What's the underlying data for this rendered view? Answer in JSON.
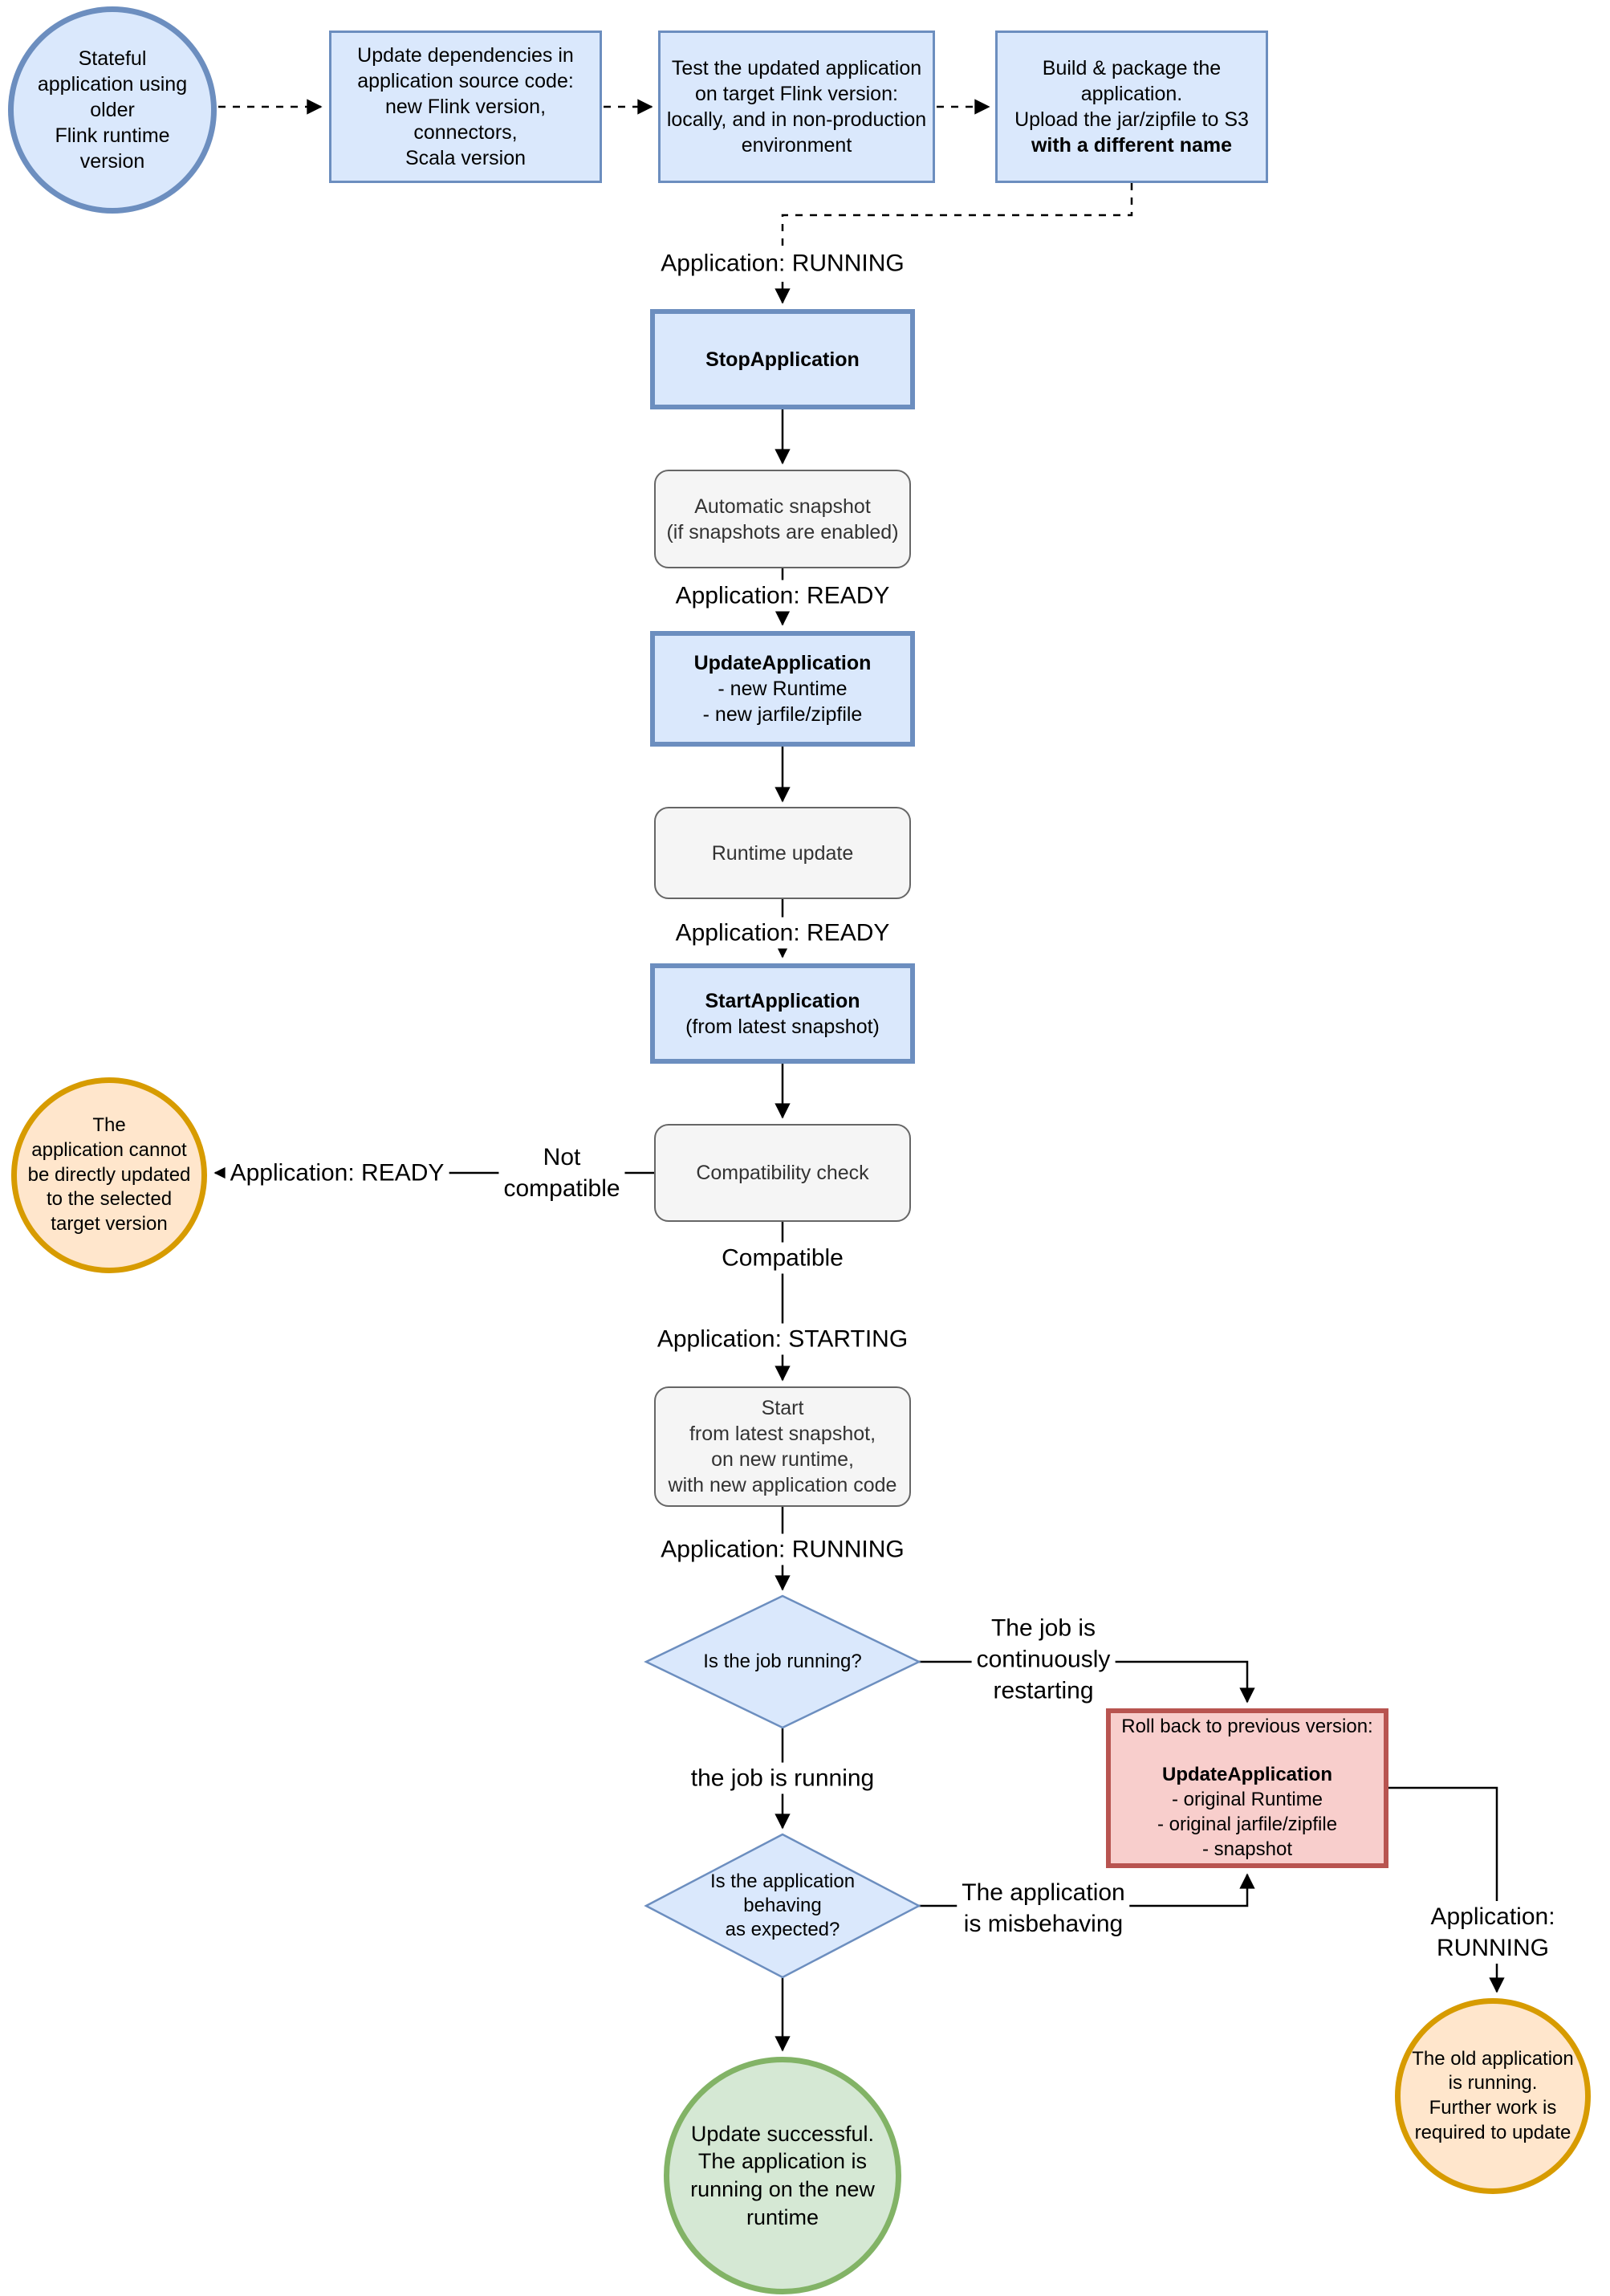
{
  "palette": {
    "node_blue_fill": "#dae8fc",
    "node_blue_stroke": "#6c8ebf",
    "node_gray_fill": "#f5f5f5",
    "node_gray_stroke": "#666666",
    "node_red_fill": "#f8cecc",
    "node_red_stroke": "#b85450",
    "node_orange_fill": "#ffe6cc",
    "node_orange_stroke": "#d79b00",
    "node_green_fill": "#d5e8d4",
    "node_green_stroke": "#82b366",
    "line_color": "#000000"
  },
  "top_row": {
    "start_circle": "Stateful\napplication using\nolder\nFlink runtime\nversion",
    "update_deps": "Update dependencies in\napplication source code:\nnew Flink version,\nconnectors,\nScala version",
    "test_app": "Test the updated application\non target Flink version:\nlocally, and in non-production\nenvironment",
    "build_package": {
      "lines": "Build & package the\napplication.\nUpload the jar/zipfile to S3",
      "bold_line": "with a different name"
    }
  },
  "flow": {
    "stop_application": {
      "title": "StopApplication"
    },
    "automatic_snapshot": "Automatic snapshot\n(if snapshots are enabled)",
    "update_application": {
      "title": "UpdateApplication",
      "details": "- new Runtime\n- new jarfile/zipfile"
    },
    "runtime_update": "Runtime update",
    "start_application": {
      "title": "StartApplication",
      "details": "(from latest snapshot)"
    },
    "compatibility_check": "Compatibility check",
    "start_from_snapshot": "Start\nfrom latest snapshot,\non new runtime,\nwith new application code",
    "is_job_running": "Is the job running?",
    "is_app_behaving": "Is the application\nbehaving\nas expected?",
    "rollback": {
      "intro": "Roll back to previous version:",
      "title": "UpdateApplication",
      "details": "- original Runtime\n- original jarfile/zipfile\n- snapshot"
    }
  },
  "terminals": {
    "cannot_update": "The\napplication cannot\nbe directly updated\nto the selected\ntarget version",
    "update_successful": "Update successful.\nThe application is\nrunning on the new\nruntime",
    "old_app_running": "The old application\nis running.\nFurther work is\nrequired to update"
  },
  "labels": {
    "running_top": "Application: RUNNING",
    "ready_after_snapshot": "Application: READY",
    "ready_after_runtime_update": "Application: READY",
    "ready_left": "Application: READY",
    "not_compatible": "Not\ncompatible",
    "compatible": "Compatible",
    "starting": "Application: STARTING",
    "running_after_start": "Application: RUNNING",
    "job_restarting": "The job is\ncontinuously\nrestarting",
    "job_running": "the job is running",
    "misbehaving": "The application\nis misbehaving",
    "running_right": "Application: RUNNING"
  }
}
